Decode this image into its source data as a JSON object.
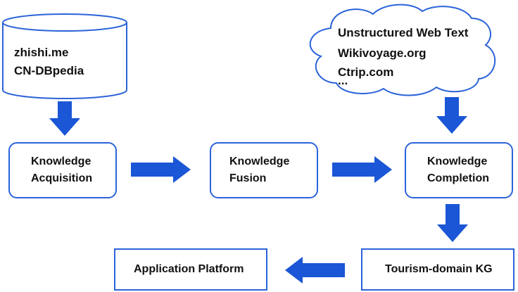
{
  "sources": {
    "database": {
      "lines": [
        "zhishi.me",
        "CN-DBpedia"
      ]
    },
    "cloud": {
      "lines": [
        "Unstructured Web Text",
        "Wikivoyage.org",
        "Ctrip.com",
        "..."
      ]
    }
  },
  "steps": {
    "acquisition": {
      "line1": "Knowledge",
      "line2": "Acquisition"
    },
    "fusion": {
      "line1": "Knowledge",
      "line2": "Fusion"
    },
    "completion": {
      "line1": "Knowledge",
      "line2": "Completion"
    }
  },
  "outputs": {
    "kg": "Tourism-domain KG",
    "platform": "Application Platform"
  },
  "colors": {
    "accent": "#2b63d9",
    "arrow": "#1a56d6"
  }
}
